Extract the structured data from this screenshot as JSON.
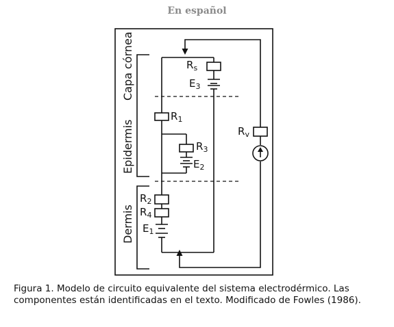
{
  "header": {
    "text": "En español"
  },
  "layers": {
    "capa": "Capa córnea",
    "epidermis": "Epidermis",
    "dermis": "Dermis"
  },
  "components": {
    "rs_main": "R",
    "rs_sub": "s",
    "e3_main": "E",
    "e3_sub": "3",
    "r1_main": "R",
    "r1_sub": "1",
    "r3_main": "R",
    "r3_sub": "3",
    "e2_main": "E",
    "e2_sub": "2",
    "r2_main": "R",
    "r2_sub": "2",
    "r4_main": "R",
    "r4_sub": "4",
    "e1_main": "E",
    "e1_sub": "1",
    "rv_main": "R",
    "rv_sub": "v"
  },
  "caption": {
    "text": "Figura 1. Modelo de circuito equivalente del sistema electrodérmico. Las componentes están identificadas en el texto. Modificado de Fowles (1986)."
  }
}
